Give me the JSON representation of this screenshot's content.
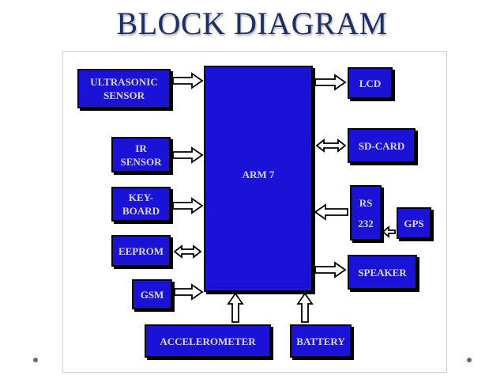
{
  "title": "BLOCK DIAGRAM",
  "colors": {
    "block_fill": "#1a12d6",
    "block_border": "#000000",
    "block_text": "#d8d8f2",
    "title": "#1c2f6b"
  },
  "blocks": {
    "ultrasonic": "ULTRASONIC\nSENSOR",
    "ir": "IR\nSENSOR",
    "keyboard": "KEY-\nBOARD",
    "eeprom": "EEPROM",
    "gsm": "GSM",
    "accelerometer": "ACCELEROMETER",
    "battery": "BATTERY",
    "arm": "ARM 7",
    "lcd": "LCD",
    "sdcard": "SD-CARD",
    "rs232": "RS\n\n232",
    "gps": "GPS",
    "speaker": "SPEAKER"
  },
  "arrows": [
    {
      "name": "arrow-ultrasonic-to-arm",
      "kind": "right"
    },
    {
      "name": "arrow-ir-to-arm",
      "kind": "right"
    },
    {
      "name": "arrow-keyboard-to-arm",
      "kind": "right"
    },
    {
      "name": "arrow-eeprom-arm",
      "kind": "both"
    },
    {
      "name": "arrow-gsm-to-arm",
      "kind": "right"
    },
    {
      "name": "arrow-accelerometer-to-arm",
      "kind": "up"
    },
    {
      "name": "arrow-battery-to-arm",
      "kind": "up"
    },
    {
      "name": "arrow-arm-to-lcd",
      "kind": "right"
    },
    {
      "name": "arrow-arm-sdcard",
      "kind": "both"
    },
    {
      "name": "arrow-rs232-to-arm",
      "kind": "left"
    },
    {
      "name": "arrow-gps-to-rs232",
      "kind": "left"
    },
    {
      "name": "arrow-arm-to-speaker",
      "kind": "right"
    }
  ]
}
